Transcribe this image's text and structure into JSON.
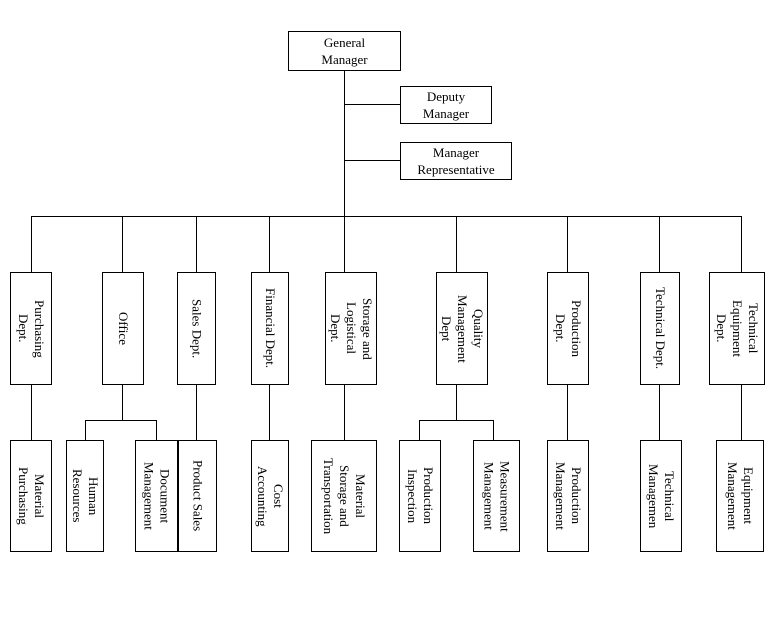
{
  "top": {
    "gm": [
      "General",
      "Manager"
    ],
    "deputy": [
      "Deputy",
      "Manager"
    ],
    "rep": [
      "Manager",
      "Representative"
    ]
  },
  "depts": [
    [
      "Purchasing",
      "Dept."
    ],
    [
      "Office"
    ],
    [
      "Sales Dept."
    ],
    [
      "Financial Dept."
    ],
    [
      "Storage and",
      "Logistical",
      "Dept."
    ],
    [
      "Quality",
      "Management",
      "Dept"
    ],
    [
      "Production",
      "Dept."
    ],
    [
      "Technical Dept."
    ],
    [
      "Technical",
      "Equipment",
      "Dept."
    ]
  ],
  "subs": [
    [
      "Material",
      "Purchasing"
    ],
    [
      "Human",
      "Resources"
    ],
    [
      "Document",
      "Management"
    ],
    [
      "Product Sales"
    ],
    [
      "Cost",
      "Accounting"
    ],
    [
      "Material",
      "Storage and",
      "Transportation"
    ],
    [
      "Production",
      "Inspection"
    ],
    [
      "Measurement",
      "Management"
    ],
    [
      "Production",
      "Management"
    ],
    [
      "Technical",
      "Managemen"
    ],
    [
      "Equipment",
      "Management"
    ]
  ]
}
